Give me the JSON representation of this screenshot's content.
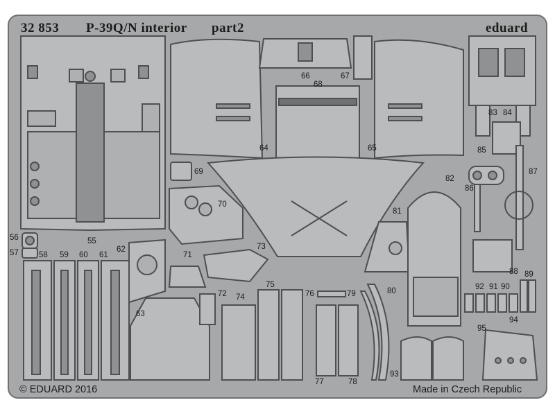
{
  "header": {
    "code": "32 853",
    "title": "P-39Q/N interior",
    "part": "part2",
    "brand": "eduard"
  },
  "footer": {
    "copyright": "© EDUARD 2016",
    "origin": "Made in Czech Republic"
  },
  "part_numbers": [
    "55",
    "56",
    "57",
    "58",
    "59",
    "60",
    "61",
    "62",
    "63",
    "64",
    "65",
    "66",
    "67",
    "68",
    "69",
    "70",
    "71",
    "72",
    "73",
    "74",
    "75",
    "76",
    "77",
    "78",
    "79",
    "80",
    "81",
    "82",
    "83",
    "84",
    "85",
    "86",
    "87",
    "88",
    "89",
    "90",
    "91",
    "92",
    "93",
    "94",
    "95"
  ],
  "colors": {
    "sheet": "#a6a8a9",
    "part": "#b9bbbc",
    "etch_line": "#4d4f51",
    "text": "#1c1c1c"
  }
}
